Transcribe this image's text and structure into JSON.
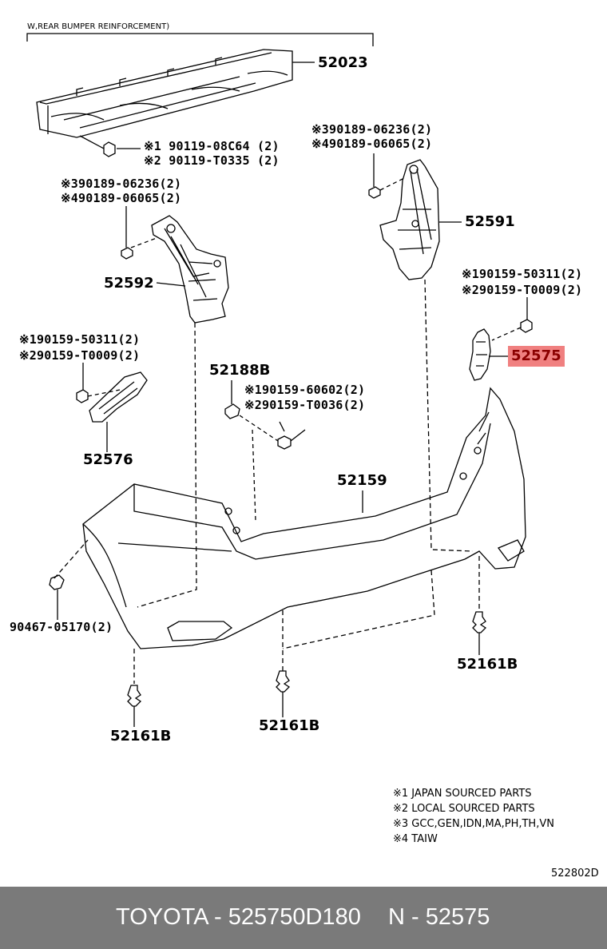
{
  "header_note": "W,REAR BUMPER REINFORCEMENT)",
  "parts": {
    "p52023": "52023",
    "p52591": "52591",
    "p52592": "52592",
    "p52575": "52575",
    "p52576": "52576",
    "p52188b": "52188B",
    "p52159": "52159",
    "p52161b_right": "52161B",
    "p52161b_left": "52161B",
    "p52161b_mid": "52161B"
  },
  "refs": {
    "r1a": "※1 90119-08C64 (2)",
    "r1b": "※2 90119-T0335 (2)",
    "r2a": "※390189-06236(2)",
    "r2b": "※490189-06065(2)",
    "r3a": "※390189-06236(2)",
    "r3b": "※490189-06065(2)",
    "r4a": "※190159-50311(2)",
    "r4b": "※290159-T0009(2)",
    "r5a": "※190159-50311(2)",
    "r5b": "※290159-T0009(2)",
    "r6a": "※190159-60602(2)",
    "r6b": "※290159-T0036(2)",
    "r7": "90467-05170(2)"
  },
  "notes": [
    "※1 JAPAN SOURCED PARTS",
    "※2 LOCAL SOURCED PARTS",
    "※3 GCC,GEN,IDN,MA,PH,TH,VN",
    "※4 TAIW"
  ],
  "figure_code": "522802D",
  "footer": {
    "brand_part": "TOYOTA - 525750D180",
    "n_part": "N - 52575"
  },
  "colors": {
    "highlight": "#f08080",
    "footer_bg": "#7a7a7a"
  }
}
